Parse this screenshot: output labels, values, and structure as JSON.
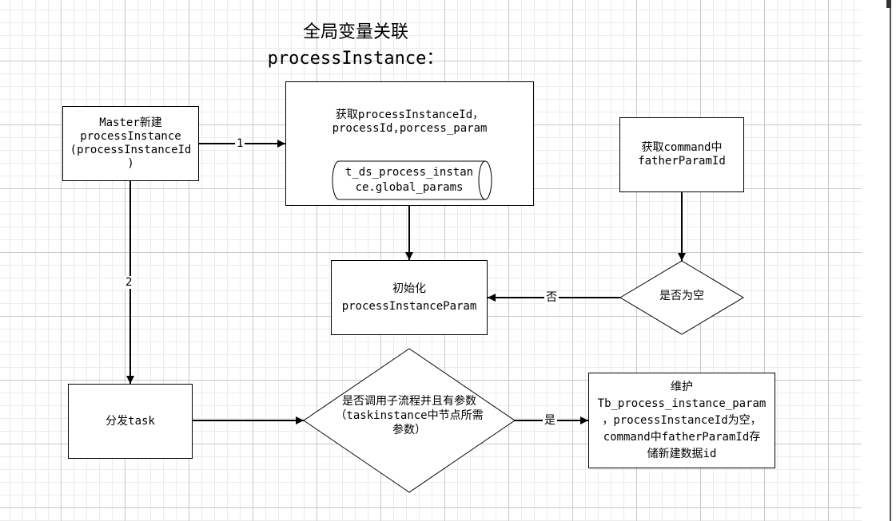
{
  "title": {
    "line1": "全局变量关联",
    "line2": "processInstance："
  },
  "nodes": {
    "master": {
      "lines": [
        "Master新建",
        "processInstance",
        "(processInstanceId",
        ")"
      ]
    },
    "fetch": {
      "lines": [
        "获取processInstanceId，",
        "processId,porcess_param"
      ]
    },
    "db": {
      "lines": [
        "t_ds_process_instan",
        "ce.global_params"
      ]
    },
    "command": {
      "lines": [
        "获取command中",
        "fatherParamId"
      ]
    },
    "init": {
      "lines": [
        "初始化",
        "processInstanceParam"
      ]
    },
    "is_empty": {
      "lines": [
        "是否为空"
      ]
    },
    "dispatch": {
      "lines": [
        "分发task"
      ]
    },
    "subprocess": {
      "lines": [
        "是否调用子流程并且有参数",
        "（taskinstance中节点所需",
        "参数）"
      ]
    },
    "maintain": {
      "lines": [
        "维护",
        "Tb_process_instance_param",
        "，processInstanceId为空，",
        "command中fatherParamId存",
        "储新建数据id"
      ]
    }
  },
  "edge_labels": {
    "e1": "1",
    "e2": "2",
    "no": "否",
    "yes": "是"
  }
}
